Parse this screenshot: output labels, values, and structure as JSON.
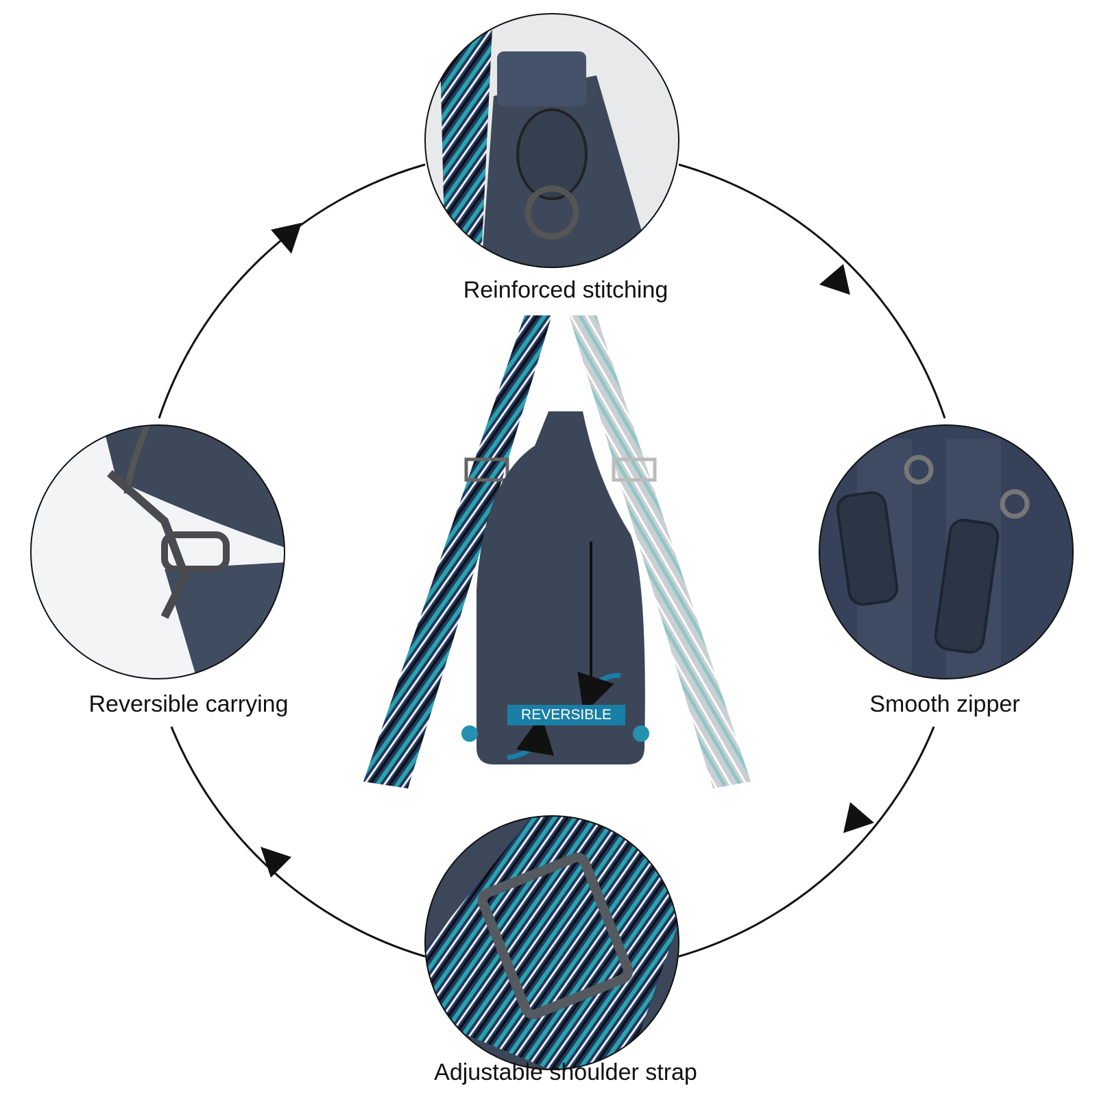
{
  "features": [
    {
      "label": "Reinforced stitching",
      "icon": "d-ring-detail"
    },
    {
      "label": "Smooth zipper",
      "icon": "zipper-pull-detail"
    },
    {
      "label": "Adjustable shoulder strap",
      "icon": "strap-buckle-detail"
    },
    {
      "label": "Reversible carrying",
      "icon": "swivel-clasp-detail"
    }
  ],
  "center": {
    "badge": "REVERSIBLE"
  },
  "colors": {
    "leather": "#3b4658",
    "strap_teal": "#2aa3a8",
    "strap_navy": "#1f3a68",
    "badge": "#1a7fa6"
  }
}
